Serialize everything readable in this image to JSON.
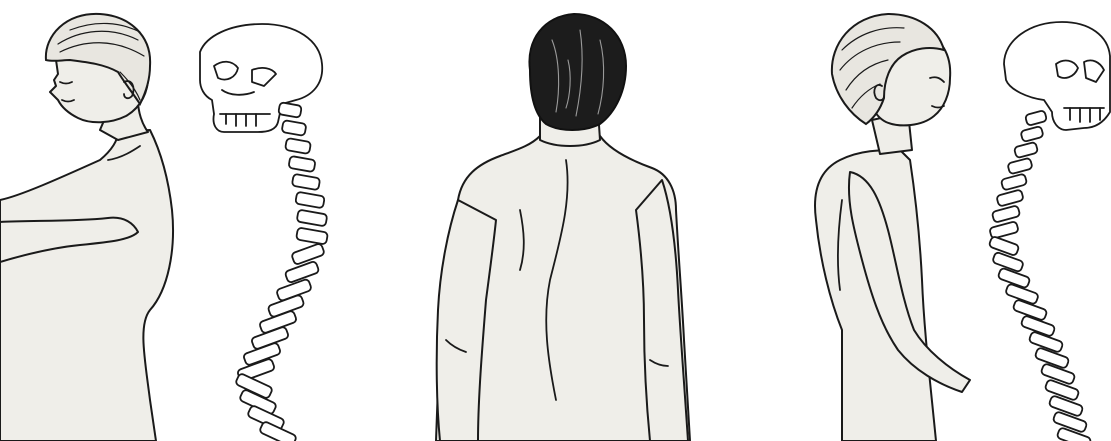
{
  "illustration": {
    "panels": [
      {
        "id": "left",
        "view": "side",
        "posture": "forward-head-rounded-back",
        "shows_skeleton": true
      },
      {
        "id": "middle",
        "view": "back",
        "posture": "lateral-curve",
        "shows_skeleton": false
      },
      {
        "id": "right",
        "view": "side",
        "posture": "upright-sway",
        "shows_skeleton": true
      }
    ],
    "colors": {
      "skin": "#efeee9",
      "outline": "#1a1a1a",
      "dark_hair": "#1c1c1c",
      "bone": "#ffffff"
    }
  }
}
